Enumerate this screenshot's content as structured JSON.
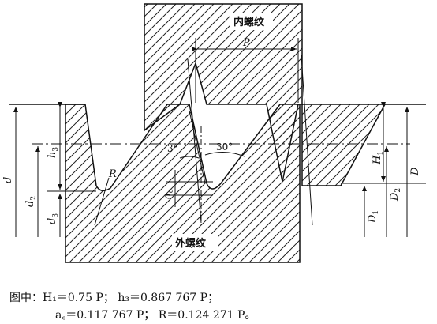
{
  "labels": {
    "internal_thread": "内螺纹",
    "external_thread": "外螺纹",
    "pitch": "P",
    "d": "d",
    "d2": "d",
    "d2_sub": "2",
    "d3": "d",
    "d3_sub": "3",
    "h3": "h",
    "h3_sub": "3",
    "H1": "H",
    "H1_sub": "1",
    "D": "D",
    "D2": "D",
    "D2_sub": "2",
    "D1": "D",
    "D1_sub": "1",
    "R": "R",
    "ac": "a",
    "ac_sub": "c",
    "angle_small": "3°",
    "angle_large": "30°"
  },
  "caption": {
    "line1": "图中：H₁＝0.75 P；  h₃＝0.867 767 P；",
    "line2": "a꜀＝0.117 767 P；  R＝0.124 271 P。"
  }
}
